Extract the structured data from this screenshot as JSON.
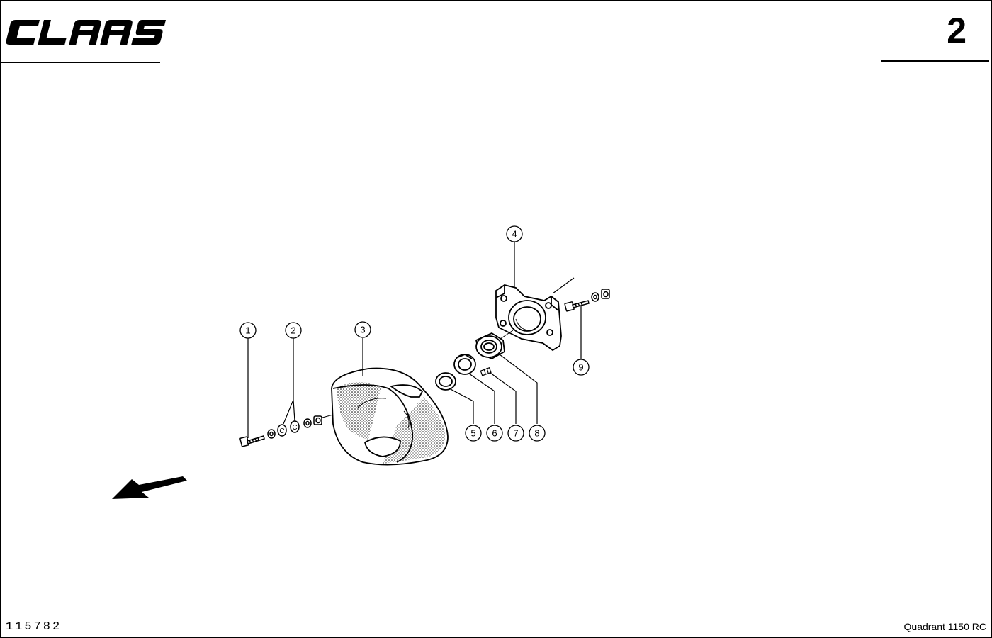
{
  "header": {
    "brand_logo_text": "CLAAS",
    "page_number": "2"
  },
  "footer": {
    "drawing_id": "115782",
    "model": "Quadrant 1150 RC"
  },
  "diagram": {
    "callouts": [
      "1",
      "2",
      "3",
      "4",
      "5",
      "6",
      "7",
      "8",
      "9"
    ],
    "direction_arrow_icon": "arrow-left-down-icon"
  },
  "colors": {
    "ink": "#000000",
    "paper": "#ffffff"
  }
}
